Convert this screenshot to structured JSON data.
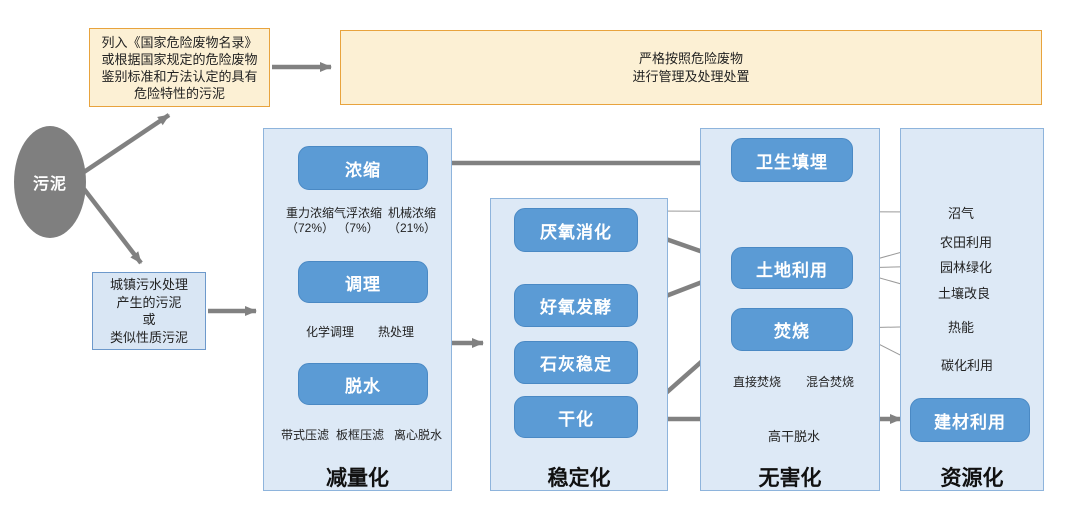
{
  "colors": {
    "node_blue": "#5b9bd5",
    "panel_fill": "#dde9f6",
    "panel_border": "#8eb4dc",
    "cream_fill": "#fcf0d4",
    "cream_border": "#e8a33d",
    "municipal_fill": "#d9e6f4",
    "arrow_gray": "#818181",
    "thin_gray": "#9a9a9a",
    "source_gray": "#7f7f7f"
  },
  "source": {
    "label": "污泥"
  },
  "hazard_criteria": {
    "text": "列入《国家危险废物名录》\n或根据国家规定的危险废物\n鉴别标准和方法认定的具有\n危险特性的污泥"
  },
  "hazard_action": {
    "text": "严格按照危险废物\n进行管理及处理处置"
  },
  "municipal": {
    "text": "城镇污水处理\n产生的污泥\n或\n类似性质污泥"
  },
  "reduction": {
    "title": "减量化",
    "concentration": {
      "label": "浓缩",
      "methods": [
        "重力浓缩\n（72%）",
        "气浮浓缩\n（7%）",
        "机械浓缩\n（21%）"
      ]
    },
    "conditioning": {
      "label": "调理",
      "methods": [
        "化学调理",
        "热处理"
      ]
    },
    "dewatering": {
      "label": "脱水",
      "methods": [
        "带式压滤",
        "板框压滤",
        "离心脱水"
      ]
    }
  },
  "stabilization": {
    "title": "稳定化",
    "anaerobic": "厌氧消化",
    "aerobic": "好氧发酵",
    "lime": "石灰稳定",
    "drying": "干化"
  },
  "harmless": {
    "title": "无害化",
    "landfill": "卫生填埋",
    "land_use": "土地利用",
    "incineration": {
      "label": "焚烧",
      "methods": [
        "直接焚烧",
        "混合焚烧"
      ]
    },
    "edge_label": "高干脱水"
  },
  "resource": {
    "title": "资源化",
    "items": [
      "沼气",
      "农田利用",
      "园林绿化",
      "土壤改良",
      "热能",
      "碳化利用"
    ],
    "building_material": "建材利用"
  }
}
